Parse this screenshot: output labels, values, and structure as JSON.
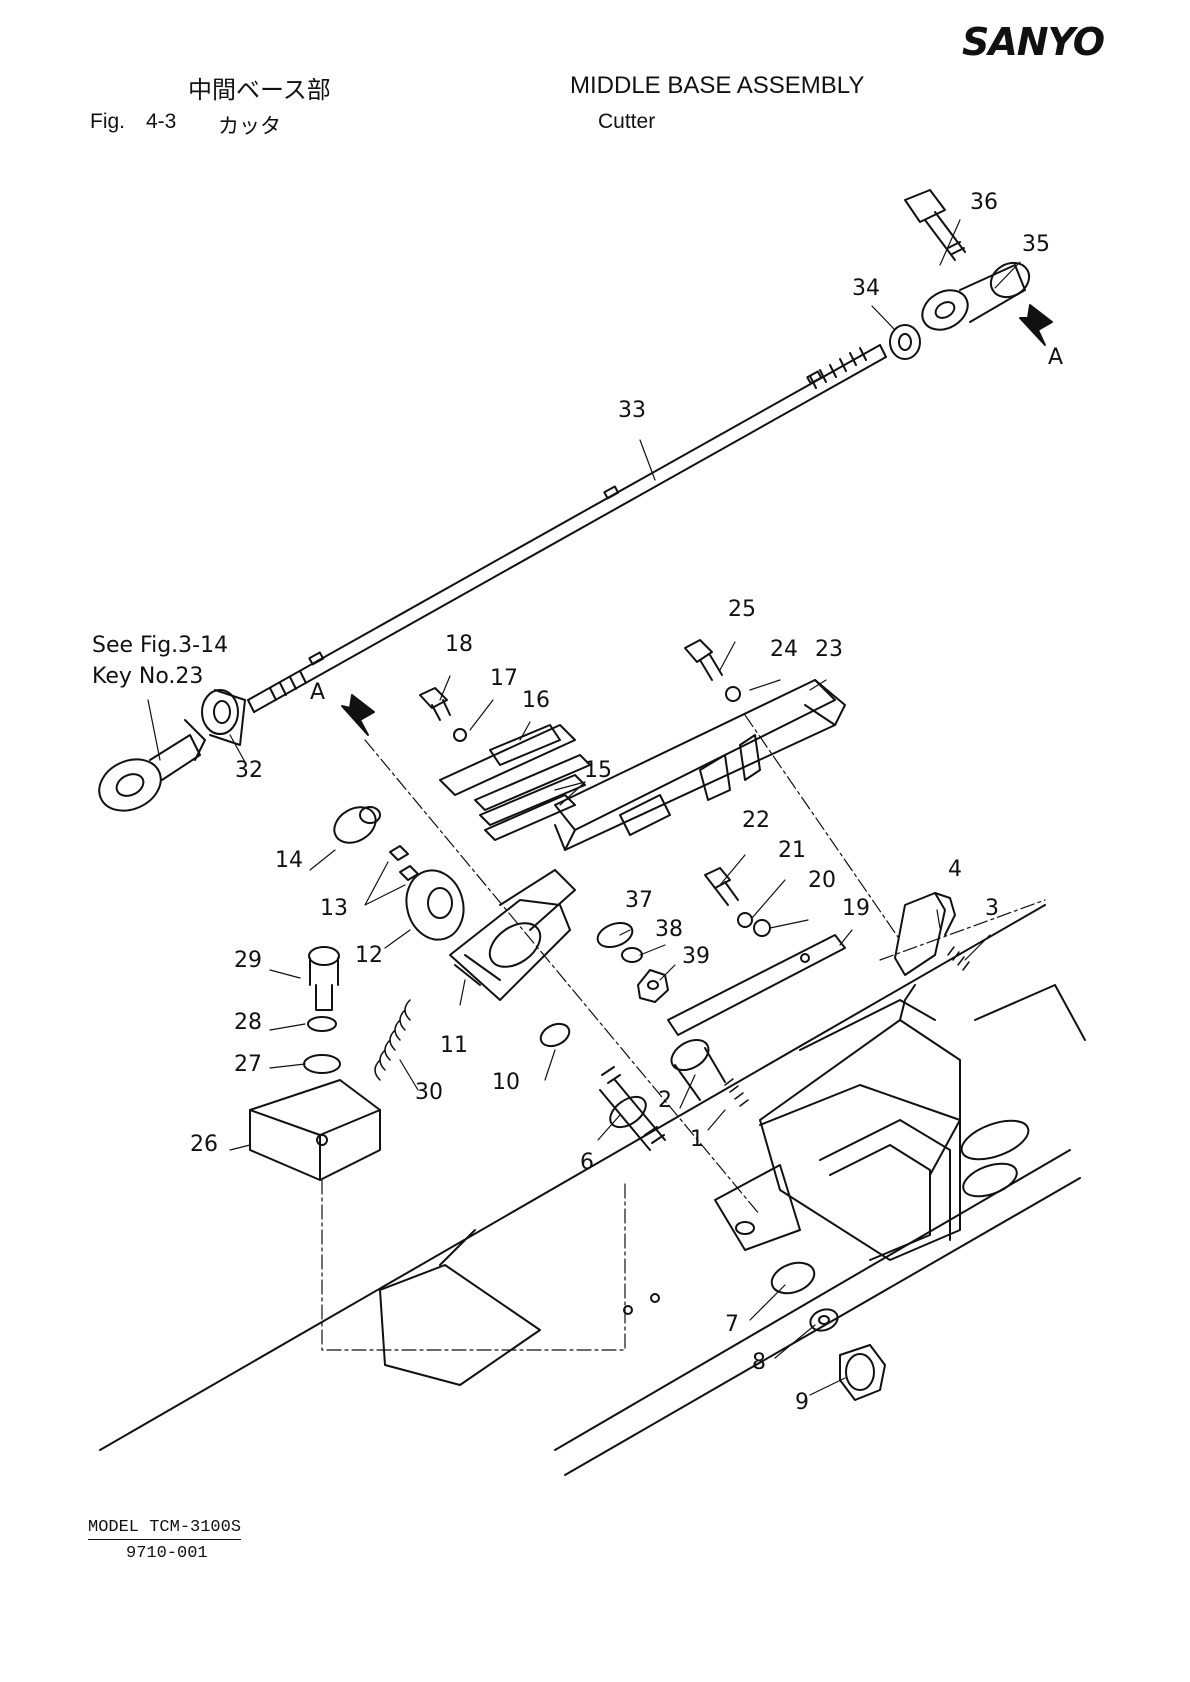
{
  "header": {
    "brand": "SANYO",
    "title_jp": "中間ベース部",
    "title_en": "MIDDLE BASE ASSEMBLY",
    "fig_label": "Fig.",
    "fig_number": "4-3",
    "subtitle_jp": "カッタ",
    "subtitle_en": "Cutter"
  },
  "callouts": {
    "p1": "1",
    "p2": "2",
    "p3": "3",
    "p4": "4",
    "p6": "6",
    "p7": "7",
    "p8": "8",
    "p9": "9",
    "p10": "10",
    "p11": "11",
    "p12": "12",
    "p13": "13",
    "p14": "14",
    "p15": "15",
    "p16": "16",
    "p17": "17",
    "p18": "18",
    "p19": "19",
    "p20": "20",
    "p21": "21",
    "p22": "22",
    "p23": "23",
    "p24": "24",
    "p25": "25",
    "p26": "26",
    "p27": "27",
    "p28": "28",
    "p29": "29",
    "p30": "30",
    "p32": "32",
    "p33": "33",
    "p34": "34",
    "p35": "35",
    "p36": "36",
    "p37": "37",
    "p38": "38",
    "p39": "39",
    "arrow_a": "A",
    "see_fig": "See Fig.3-14",
    "key_no": "Key No.23"
  },
  "footer": {
    "model": "MODEL TCM-3100S",
    "doc_no": "9710-001"
  }
}
